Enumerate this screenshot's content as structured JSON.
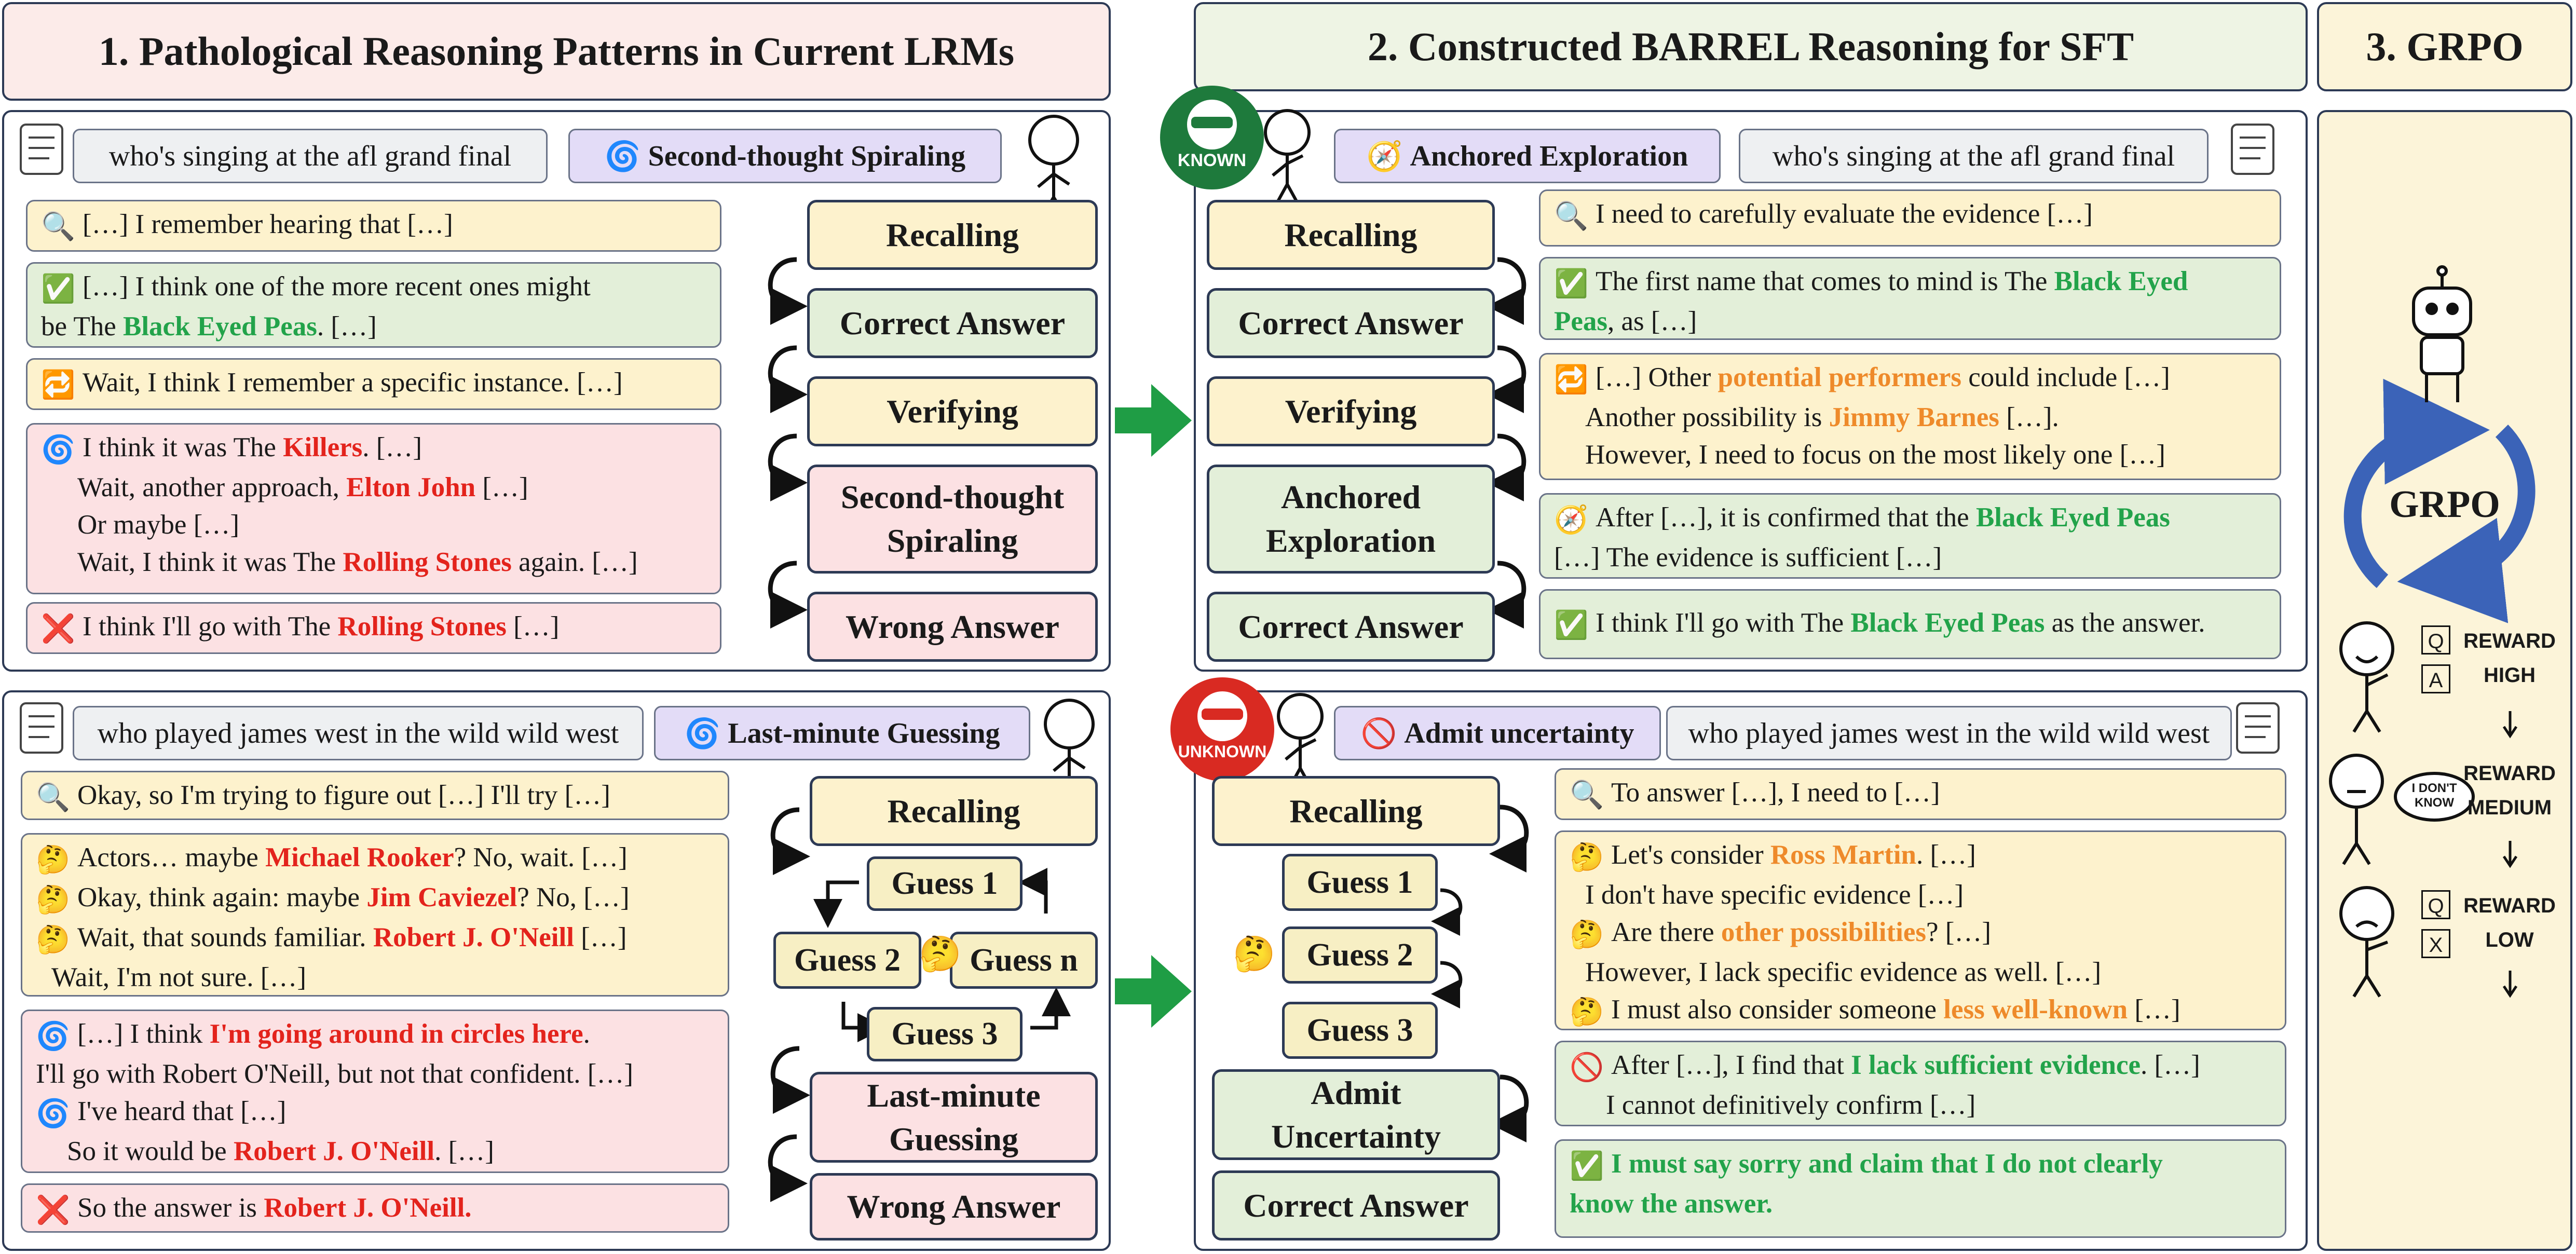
{
  "headers": {
    "h1": "1. Pathological Reasoning Patterns in Current LRMs",
    "h2": "2. Constructed BARREL Reasoning for SFT",
    "h3": "3. GRPO"
  },
  "badges": {
    "known": "KNOWN",
    "unknown": "UNKNOWN"
  },
  "q1": "who's singing at the afl grand final",
  "q2": "who played james west in the wild wild west",
  "tags": {
    "spiral": "Second-thought Spiraling",
    "lastmin": "Last-minute Guessing",
    "anchored": "Anchored Exploration",
    "admit": "Admit uncertainty"
  },
  "steps": {
    "recalling": "Recalling",
    "correct": "Correct Answer",
    "verifying": "Verifying",
    "spiral_a": "Second-thought",
    "spiral_b": "Spiraling",
    "wrong": "Wrong Answer",
    "anch_a": "Anchored",
    "anch_b": "Exploration",
    "lm_a": "Last-minute",
    "lm_b": "Guessing",
    "admit_a": "Admit",
    "admit_b": "Uncertainty",
    "guess1": "Guess 1",
    "guess2": "Guess 2",
    "guess3": "Guess 3",
    "guessn": "Guess n"
  },
  "p1a": {
    "c1": [
      "[…] I remember hearing that […]"
    ],
    "c2a": "[…] I think one of the more recent ones might",
    "c2b": "be The ",
    "c2c": "Black Eyed Peas",
    "c2d": ". […]",
    "c3": "Wait, I think I remember a specific instance. […]",
    "c4": [
      {
        "pre": "I think it was The ",
        "em": "Killers",
        "post": ". […]"
      },
      {
        "pre": "Wait, another approach, ",
        "em": "Elton John",
        "post": " […]"
      },
      {
        "pre": "Or maybe […]",
        "em": "",
        "post": ""
      },
      {
        "pre": "Wait, I think it was The ",
        "em": "Rolling Stones",
        "post": " again. […]"
      }
    ],
    "c5pre": "I think I'll go with The ",
    "c5em": "Rolling Stones",
    "c5post": " […]"
  },
  "p1b": {
    "c1": "Okay, so I'm trying to figure out […] I'll try […]",
    "c2": [
      {
        "pre": "Actors… maybe ",
        "em": "Michael Rooker",
        "post": "? No, wait. […]"
      },
      {
        "pre": "Okay, think again: maybe ",
        "em": "Jim Caviezel",
        "post": "? No, […]"
      },
      {
        "pre": "Wait, that sounds familiar. ",
        "em": "Robert J. O'Neill",
        "post": " […]"
      },
      {
        "pre": "Wait, I'm not sure. […]",
        "em": "",
        "post": ""
      }
    ],
    "c3a_pre": "[…] I think ",
    "c3a_em": "I'm going around in circles here",
    "c3a_post": ".",
    "c3b": "I'll go with Robert O'Neill, but not that confident. […]",
    "c3c": "I've heard that […]",
    "c3d_pre": "So it would be ",
    "c3d_em": "Robert J. O'Neill",
    "c3d_post": ". […]",
    "c4pre": "So the answer is ",
    "c4em": "Robert J. O'Neill."
  },
  "p2a": {
    "c1": "I need to carefully evaluate the evidence […]",
    "c2a": "The first name that comes to mind is The ",
    "c2b": "Black Eyed",
    "c2c": "Peas",
    "c2d": ", as […]",
    "c3a_pre": "[…] Other ",
    "c3a_em": "potential performers",
    "c3a_post": " could include […]",
    "c3b_pre": "Another possibility is ",
    "c3b_em": "Jimmy Barnes",
    "c3b_post": " […].",
    "c3c": "However, I need to focus on the most likely one […]",
    "c4a_pre": "After […], it is confirmed that the ",
    "c4a_em": "Black Eyed Peas",
    "c4b": "[…] The evidence is sufficient […]",
    "c5pre": "I think I'll go with The ",
    "c5em": "Black Eyed Peas",
    "c5post": " as the answer."
  },
  "p2b": {
    "c1": "To answer […], I need to […]",
    "c2": [
      {
        "pre": "Let's consider ",
        "em": "Ross Martin",
        "post": ". […]"
      },
      {
        "pre": "I don't have specific evidence […]",
        "em": "",
        "post": ""
      },
      {
        "pre": "Are there ",
        "em": "other possibilities",
        "post": "? […]"
      },
      {
        "pre": "However, I lack specific evidence as well. […]",
        "em": "",
        "post": ""
      },
      {
        "pre": "I must also consider someone ",
        "em": "less well-known",
        "post": " […]"
      }
    ],
    "c3a_pre": "After […], I find that ",
    "c3a_em": "I lack sufficient evidence",
    "c3a_post": ". […]",
    "c3b": "I cannot definitively confirm […]",
    "c4a": "I must say sorry and claim that I do not clearly",
    "c4b": "know the answer."
  },
  "grpo": {
    "label": "GRPO",
    "idk": [
      "I DON'T",
      "KNOW"
    ],
    "q": "Q",
    "a": "A",
    "x": "X",
    "r1": [
      "REWARD",
      "HIGH"
    ],
    "r2": [
      "REWARD",
      "MEDIUM"
    ],
    "r3": [
      "REWARD",
      "LOW"
    ]
  },
  "colors": {
    "red": "#e3231c",
    "green": "#22a34a",
    "orange": "#ee8a2a",
    "navy": "#2d3a55"
  }
}
